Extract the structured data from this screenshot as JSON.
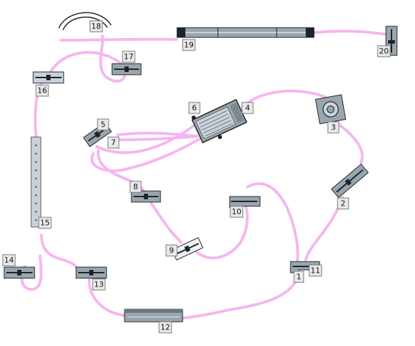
{
  "colors": {
    "background": "#ffffff",
    "connector": "#f5b6f0",
    "label_bg": "#e9e9e9",
    "label_border": "#777777",
    "module_body": "#9aa6ae",
    "module_dark": "#1d2328",
    "module_light": "#c9d2d8"
  },
  "labels": {
    "m1": "1",
    "m3": "3",
    "m4": "4",
    "m5": "5",
    "m6": "6",
    "m7": "7",
    "m8": "8",
    "m9": "9",
    "m10": "10",
    "m11": "11",
    "m12": "12",
    "m13": "13",
    "m14": "14",
    "m15": "15",
    "m16": "16",
    "m17": "17",
    "m18": "18",
    "m19": "19",
    "m20": "20",
    "m2": "2"
  }
}
